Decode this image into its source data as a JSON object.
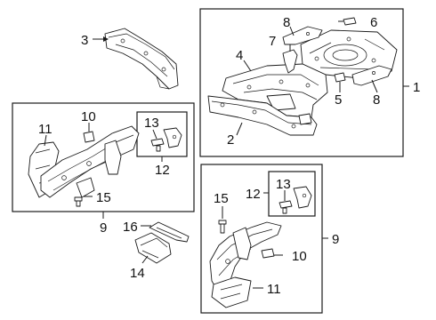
{
  "diagram": {
    "groups": [
      {
        "id": "rear-floor-assembly",
        "ref": "1"
      },
      {
        "id": "left-rear-rail-assembly",
        "ref": "9"
      },
      {
        "id": "right-rear-rail-assembly",
        "ref": "9"
      },
      {
        "id": "bracket-subassembly-left",
        "ref": "12"
      },
      {
        "id": "bracket-subassembly-right",
        "ref": "12"
      }
    ],
    "callouts": {
      "c1": "1",
      "c2": "2",
      "c3": "3",
      "c4": "4",
      "c5": "5",
      "c6": "6",
      "c7": "7",
      "c8a": "8",
      "c8b": "8",
      "c9a": "9",
      "c9b": "9",
      "c10a": "10",
      "c10b": "10",
      "c11a": "11",
      "c11b": "11",
      "c12a": "12",
      "c12b": "12",
      "c13a": "13",
      "c13b": "13",
      "c14": "14",
      "c15a": "15",
      "c15b": "15",
      "c16": "16"
    }
  }
}
